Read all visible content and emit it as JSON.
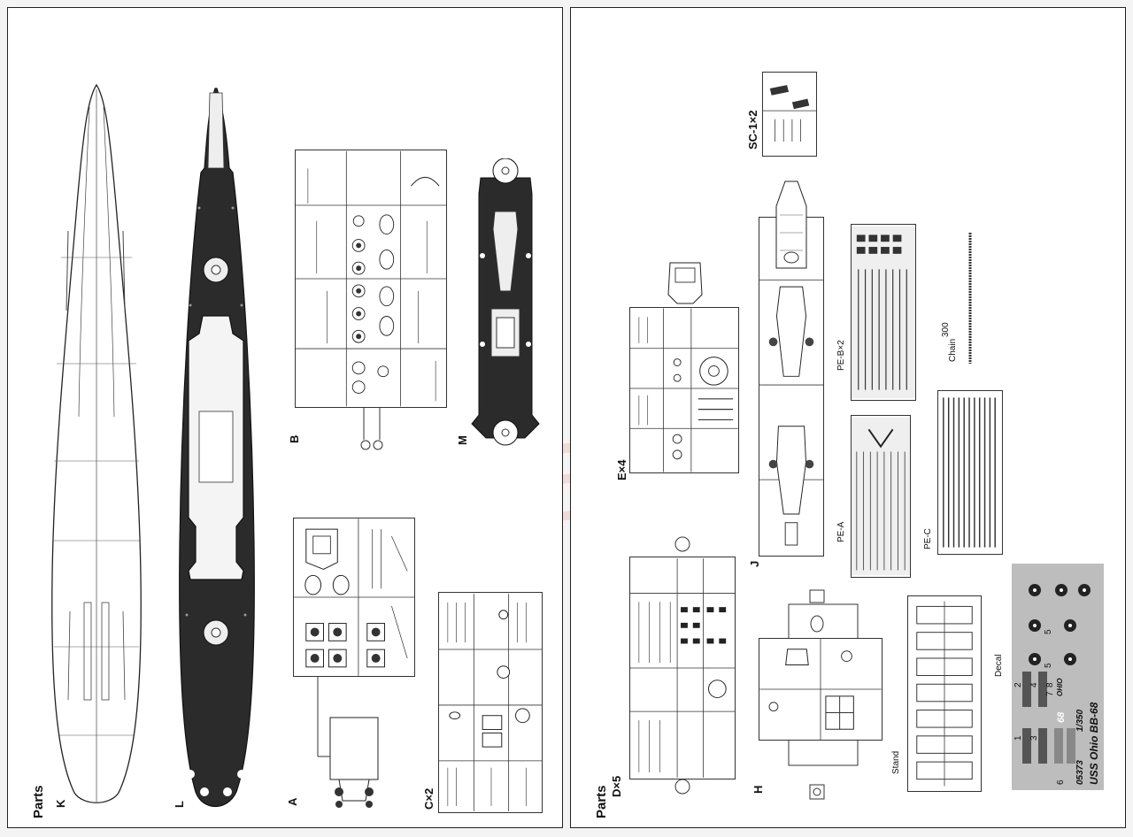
{
  "watermark": "modelartik.cz",
  "left_page": {
    "section_label": "Parts",
    "labels": {
      "k": "K",
      "l": "L",
      "a": "A",
      "b": "B",
      "m": "M",
      "c": "C×2"
    }
  },
  "right_page": {
    "section_label": "Parts",
    "labels": {
      "sc1": "SC-1×2",
      "e": "E×4",
      "j": "J",
      "peb": "PE-B×2",
      "pea": "PE-A",
      "pec": "PE-C",
      "chain": "Chain",
      "chain_len": "300",
      "d": "D×5",
      "h": "H",
      "stand": "Stand",
      "decal": "Decal"
    },
    "decal": {
      "ship_name": "USS Ohio BB-68",
      "kit_no": "05373",
      "scale": "1/350",
      "hull_number": "68",
      "nameplate": "OHIO",
      "numbers": [
        "1",
        "2",
        "3",
        "4",
        "5",
        "5",
        "6",
        "7",
        "8"
      ]
    }
  },
  "colors": {
    "line": "#222222",
    "deck_dark": "#2b2b2b",
    "decal_bg": "#bdbdbd",
    "watermark": "#e65a5a"
  }
}
